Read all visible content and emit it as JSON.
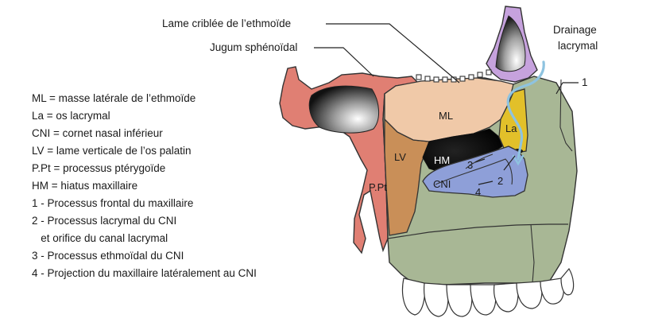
{
  "callouts": {
    "lame_criblee": "Lame criblée de l’ethmoïde",
    "jugum": "Jugum sphénoïdal",
    "drainage_line1": "Drainage",
    "drainage_line2": "lacrymal",
    "marker_1": "1"
  },
  "regions": {
    "ML": "ML",
    "La": "La",
    "LV": "LV",
    "HM": "HM",
    "PPt": "P.Pt",
    "CNI": "CNI",
    "n2": "2",
    "n3": "3",
    "n4": "4"
  },
  "legend": [
    "ML = masse latérale de l’ethmoïde",
    "La = os lacrymal",
    "CNI = cornet nasal inférieur",
    "LV = lame verticale de l’os palatin",
    "P.Pt = processus ptérygoïde",
    "HM = hiatus maxillaire",
    "1 - Processus frontal du maxillaire",
    "2 - Processus lacrymal du CNI",
    "   et orifice du canal lacrymal",
    "3 - Processus ethmoïdal du CNI",
    "4 - Projection du maxillaire latéralement au CNI"
  ],
  "colors": {
    "sphenoid": "#e07f73",
    "ethmoid_ML": "#f0c9a8",
    "maxilla": "#a8b795",
    "palatine_LV": "#c98f58",
    "lacrymal_La": "#e2c02a",
    "cni": "#8e9fd8",
    "frontal_purple": "#c6a2dd",
    "drainage_blue": "#8ec3e0"
  }
}
